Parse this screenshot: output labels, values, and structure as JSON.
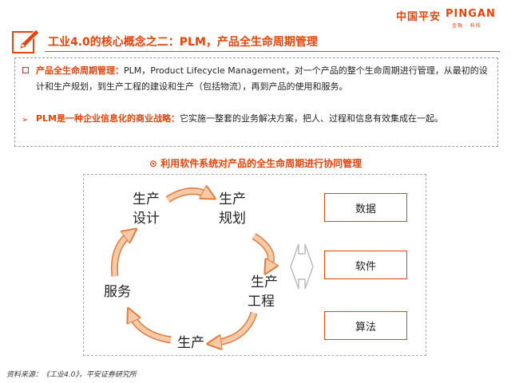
{
  "logo": {
    "cn": "中国平安",
    "en": "PINGAN",
    "sub": "金融 · 科技"
  },
  "header": {
    "title": "工业4.0的核心概念之二：PLM，产品全生命周期管理"
  },
  "intro": {
    "p1_lead": "产品全生命周期管理：",
    "p1_text": "PLM，Product Lifecycle Management，对一个产品的整个生命周期进行管理，从最初的设计和生产规划，到生产工程的建设和生产（包括物流），再到产品的使用和服务。",
    "p2_lead": "PLM是一种企业信息化的商业战略：",
    "p2_text": "它实施一整套的业务解决方案，把人、过程和信息有效集成在一起。"
  },
  "diagram": {
    "subtitle": "利用软件系统对产品的全生命周期进行协同管理",
    "stages": {
      "design": [
        "生产",
        "设计"
      ],
      "planning": [
        "生产",
        "规划"
      ],
      "engineering": [
        "生产",
        "工程"
      ],
      "production": "生产",
      "service": "服务"
    },
    "boxes": [
      "数据",
      "软件",
      "算法"
    ]
  },
  "footer": {
    "source": "资料来源：《工业4.0》，平安证券研究所"
  },
  "colors": {
    "accent": "#e8430a",
    "arrow_fill": "#f6c9a8",
    "arrow_stroke": "#e07b39"
  }
}
